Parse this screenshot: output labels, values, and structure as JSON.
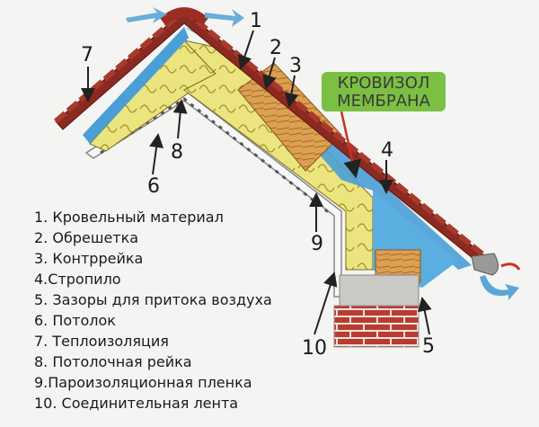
{
  "callout": {
    "line1": "КРОВИЗОЛ",
    "line2": "МЕМБРАНА"
  },
  "numbers": [
    "1",
    "2",
    "3",
    "4",
    "5",
    "6",
    "7",
    "8",
    "9",
    "10"
  ],
  "legend": [
    "1. Кровельный материал",
    "2. Обрешетка",
    "3. Контррейка",
    "4.Стропило",
    "5. Зазоры для притока воздуха",
    "6. Потолок",
    "7. Теплоизоляция",
    "8. Потолочная рейка",
    "9.Пароизоляционная пленка",
    "10. Соединительная лента"
  ],
  "colors": {
    "roof_tile": "#8b2a20",
    "insulation": "#e8e07a",
    "membrane": "#4a9fd6",
    "rafter": "#d89a48",
    "callout_fill": "#7cc043",
    "brick": "#b83a2e",
    "airflow": "#5aa6d8"
  }
}
